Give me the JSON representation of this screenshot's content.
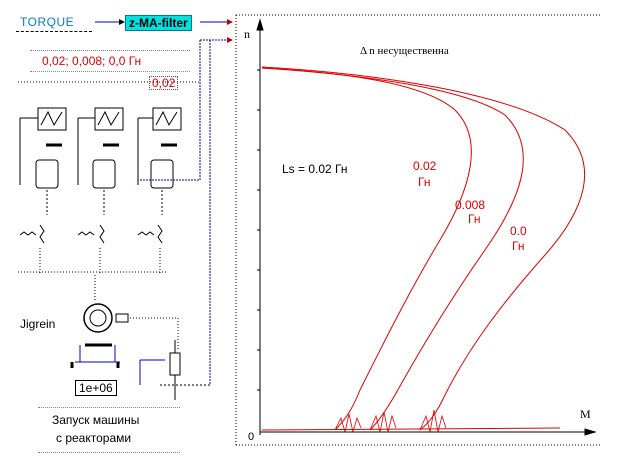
{
  "blocks": {
    "torque": "TORQUE",
    "filter": "z-MA-filter",
    "inductances": "0,02; 0,008; 0,0 Гн",
    "ls_box": "0,02",
    "motor": "Jigrein",
    "time": "1e+06",
    "caption_line1": "Запуск машины",
    "caption_line2": "с реакторами"
  },
  "plot": {
    "y_axis_label": "n",
    "x_axis_label": "M",
    "origin_label": "0",
    "annotation_top": "Δ n    несущественна",
    "ls_note": "Ls = 0.02 Гн",
    "curve_labels": [
      {
        "value": "0.02",
        "unit": "Гн"
      },
      {
        "value": "0.008",
        "unit": "Гн"
      },
      {
        "value": "0.0",
        "unit": "Гн"
      }
    ]
  },
  "colors": {
    "curve": "#e00000",
    "filter_box": "#00e0e0",
    "torque_text": "#0080c0",
    "wire_blue": "#0000cc"
  }
}
